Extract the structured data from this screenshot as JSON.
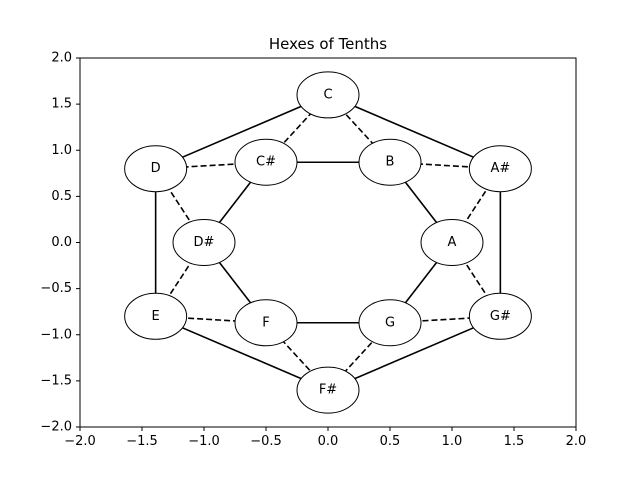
{
  "chart_data": {
    "type": "network",
    "title": "Hexes of Tenths",
    "xlim": [
      -2.0,
      2.0
    ],
    "ylim": [
      -2.0,
      2.0
    ],
    "xticks": [
      "−2.0",
      "−1.5",
      "−1.0",
      "−0.5",
      "0.0",
      "0.5",
      "1.0",
      "1.5",
      "2.0"
    ],
    "yticks": [
      "−2.0",
      "−1.5",
      "−1.0",
      "−0.5",
      "0.0",
      "0.5",
      "1.0",
      "1.5",
      "2.0"
    ],
    "xtick_values": [
      -2.0,
      -1.5,
      -1.0,
      -0.5,
      0.0,
      0.5,
      1.0,
      1.5,
      2.0
    ],
    "ytick_values": [
      -2.0,
      -1.5,
      -1.0,
      -0.5,
      0.0,
      0.5,
      1.0,
      1.5,
      2.0
    ],
    "grid": false,
    "nodes": [
      {
        "label": "C",
        "x": 0.0,
        "y": 1.6
      },
      {
        "label": "B",
        "x": 0.5,
        "y": 0.87
      },
      {
        "label": "A#",
        "x": 1.39,
        "y": 0.8
      },
      {
        "label": "A",
        "x": 1.0,
        "y": 0.0
      },
      {
        "label": "G#",
        "x": 1.39,
        "y": -0.8
      },
      {
        "label": "G",
        "x": 0.5,
        "y": -0.87
      },
      {
        "label": "F#",
        "x": 0.0,
        "y": -1.6
      },
      {
        "label": "F",
        "x": -0.5,
        "y": -0.87
      },
      {
        "label": "E",
        "x": -1.39,
        "y": -0.8
      },
      {
        "label": "D#",
        "x": -1.0,
        "y": 0.0
      },
      {
        "label": "D",
        "x": -1.39,
        "y": 0.8
      },
      {
        "label": "C#",
        "x": -0.5,
        "y": 0.87
      }
    ],
    "solid_edges": [
      [
        "C",
        "A#"
      ],
      [
        "A#",
        "G#"
      ],
      [
        "G#",
        "F#"
      ],
      [
        "F#",
        "E"
      ],
      [
        "E",
        "D"
      ],
      [
        "D",
        "C"
      ],
      [
        "C#",
        "B"
      ],
      [
        "B",
        "A"
      ],
      [
        "A",
        "G"
      ],
      [
        "G",
        "F"
      ],
      [
        "F",
        "D#"
      ],
      [
        "D#",
        "C#"
      ]
    ],
    "dashed_edges": [
      [
        "C",
        "B"
      ],
      [
        "B",
        "A#"
      ],
      [
        "A#",
        "A"
      ],
      [
        "A",
        "G#"
      ],
      [
        "G#",
        "G"
      ],
      [
        "G",
        "F#"
      ],
      [
        "F#",
        "F"
      ],
      [
        "F",
        "E"
      ],
      [
        "E",
        "D#"
      ],
      [
        "D#",
        "D"
      ],
      [
        "D",
        "C#"
      ],
      [
        "C#",
        "C"
      ]
    ]
  }
}
